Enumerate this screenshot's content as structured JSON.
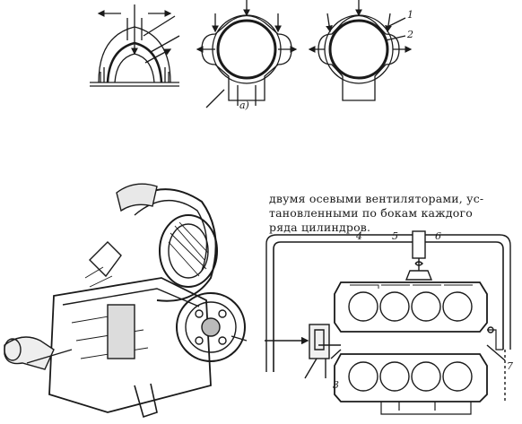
{
  "top_figure": {
    "panel_caption": "а)",
    "callouts": [
      "1",
      "2"
    ]
  },
  "paragraph": {
    "lines": [
      "двумя осевыми  вентиляторами, ус-",
      "тановленными по  бокам  каждого",
      "ряда цилиндров."
    ]
  },
  "schematic": {
    "callouts": [
      "3",
      "4",
      "5",
      "6",
      "7"
    ]
  },
  "colors": {
    "ink": "#1a1a1a",
    "paper": "#ffffff"
  }
}
